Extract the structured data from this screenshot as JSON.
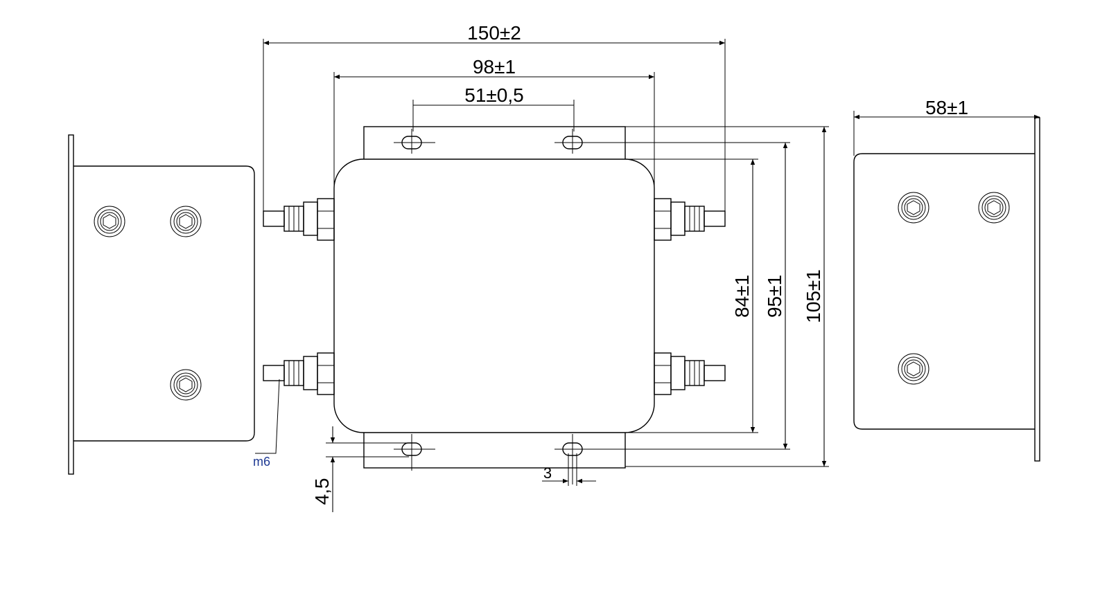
{
  "dimensions": {
    "overall_length": "150±2",
    "body_length": "98±1",
    "mount_hole_spacing": "51±0,5",
    "side_depth": "58±1",
    "body_height": "84±1",
    "mount_hole_vertical_spacing": "95±1",
    "overall_height": "105±1",
    "slot_width": "3",
    "slot_length": "4,5"
  },
  "labels": {
    "thread": "m6"
  },
  "colors": {
    "line": "#000000",
    "background": "#ffffff",
    "thread_label": "#1f3a93"
  }
}
